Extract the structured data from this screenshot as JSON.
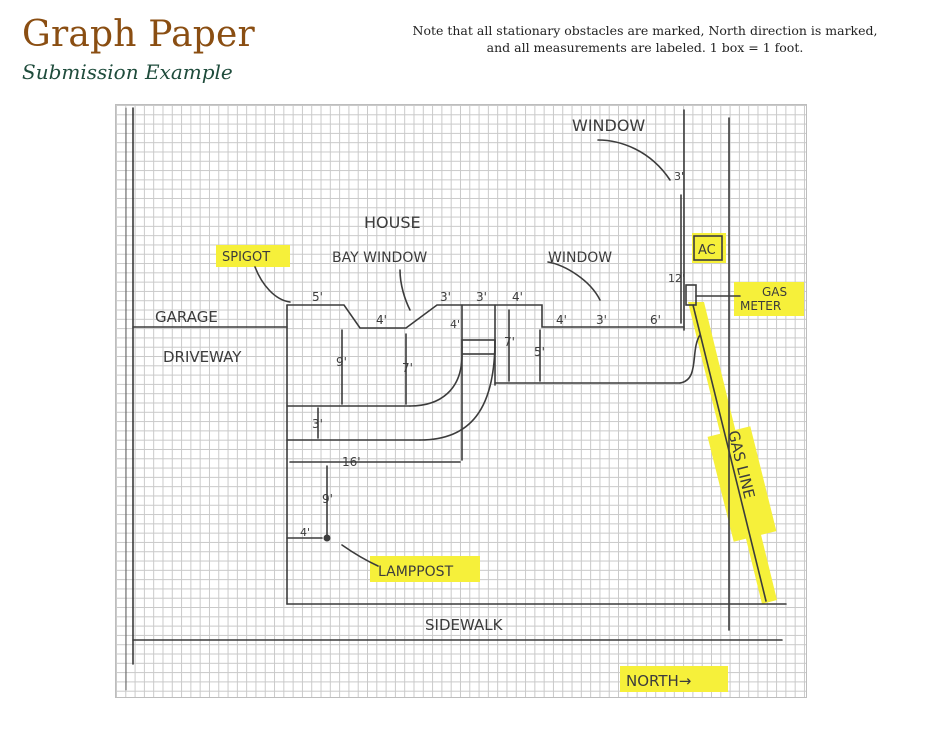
{
  "header": {
    "title": "Graph Paper",
    "subtitle": "Submission Example",
    "note_line1": "Note that all stationary obstacles are marked, North direction is marked,",
    "note_line2": "and all measurements are labeled. 1 box = 1 foot."
  },
  "labels": {
    "window_top": "WINDOW",
    "house": "HOUSE",
    "spigot": "SPIGOT",
    "bay_window": "BAY WINDOW",
    "window_mid": "WINDOW",
    "ac": "AC",
    "gas_meter_1": "GAS",
    "gas_meter_2": "METER",
    "garage": "GARAGE",
    "driveway": "DRIVEWAY",
    "gas_line": "GAS LINE",
    "lamppost": "LAMPPOST",
    "sidewalk": "SIDEWALK",
    "north": "NORTH→"
  },
  "dims": {
    "d3_window": "3'",
    "d12": "12'",
    "d5": "5'",
    "d4_bay": "4'",
    "d3_a": "3'",
    "d3_b": "3'",
    "d4_c": "4'",
    "d4_right": "4'",
    "d3_right": "3'",
    "d6": "6'",
    "d9_left": "9'",
    "d7_bay": "7'",
    "d4_step": "4'",
    "d7_right": "7'",
    "d5_right": "5'",
    "d3_lower": "3'",
    "d16": "16'",
    "d9_lamp": "9'",
    "d4_lamp": "4'"
  },
  "colors": {
    "highlight": "#f6f03a",
    "pencil": "#3c3c3c",
    "grid": "#c9c9c9"
  }
}
